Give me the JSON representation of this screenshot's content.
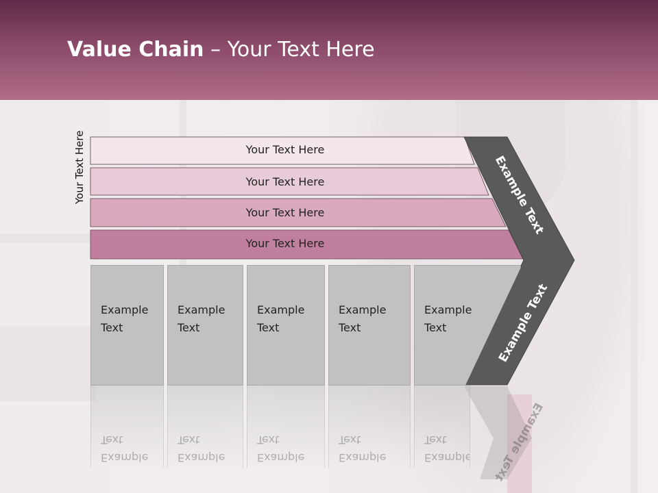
{
  "slide": {
    "title_bold": "Value Chain",
    "title_rest": " – Your Text Here"
  },
  "diagram": {
    "side_label": "Your Text Here",
    "bars": [
      {
        "label": "Your Text Here",
        "color": "#f3e6ec"
      },
      {
        "label": "Your Text Here",
        "color": "#e8cbd8"
      },
      {
        "label": "Your Text Here",
        "color": "#d9a9be"
      },
      {
        "label": "Your Text Here",
        "color": "#c07f9c"
      }
    ],
    "columns": [
      {
        "label": "Example Text"
      },
      {
        "label": "Example Text"
      },
      {
        "label": "Example Text"
      },
      {
        "label": "Example Text"
      },
      {
        "label": "Example Text"
      }
    ],
    "chevron_upper": "Example Text",
    "chevron_lower": "Example Text",
    "chevron_reflection": "Example Text",
    "chevron_color": "#5a5a5a"
  }
}
